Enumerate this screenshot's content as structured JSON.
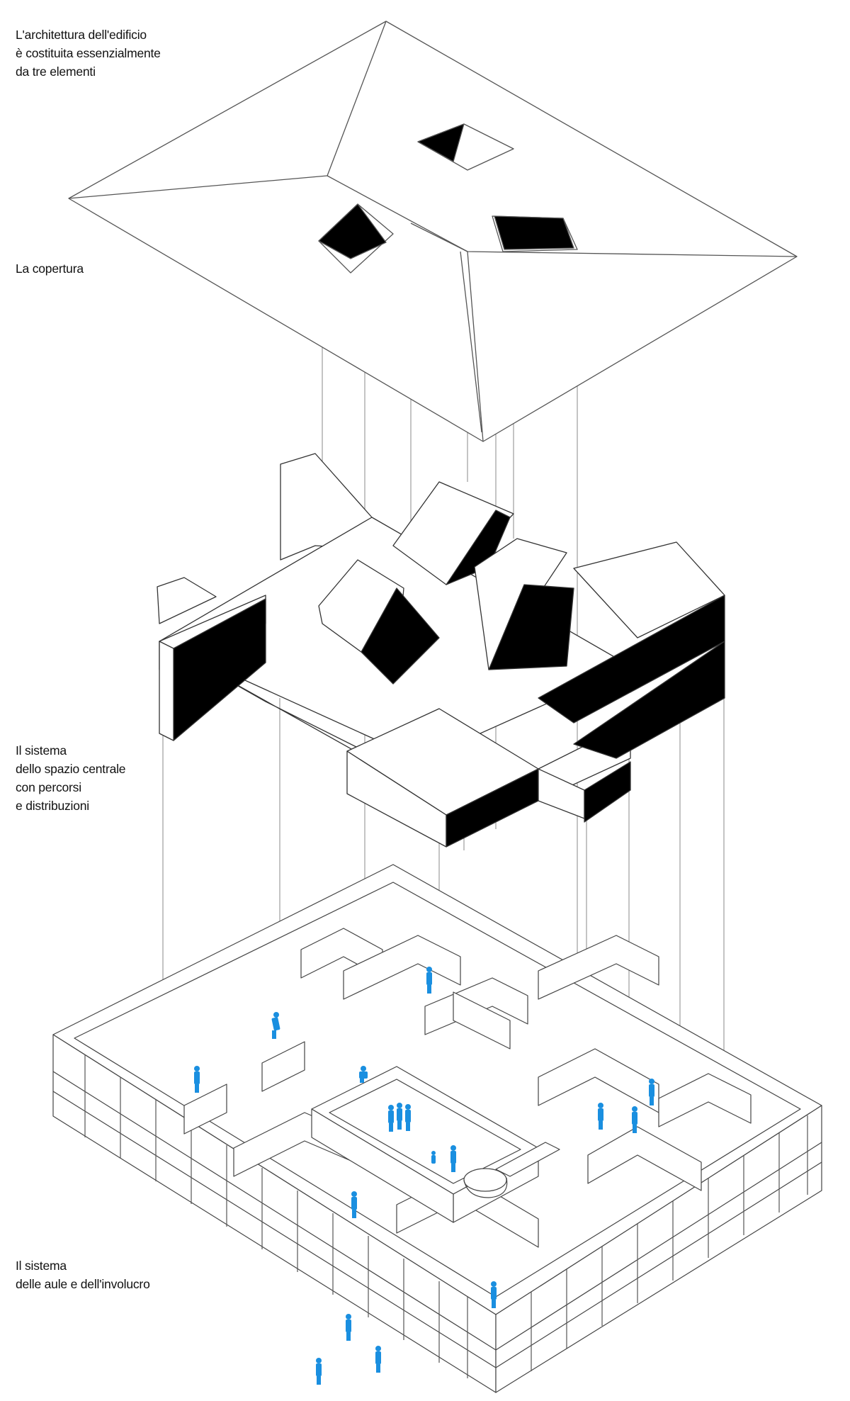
{
  "captions": {
    "intro": {
      "line1": "L'architettura dell'edificio",
      "line2": "è costituita essenzialmente",
      "line3": "da tre elementi"
    },
    "roof": {
      "line1": "La copertura"
    },
    "central": {
      "line1": "Il sistema",
      "line2": "dello spazio centrale",
      "line3": "con percorsi",
      "line4": "e distribuzioni"
    },
    "classrooms": {
      "line1": "Il sistema",
      "line2": "delle aule e dell'involucro"
    }
  },
  "colors": {
    "line": "#6e6e6e",
    "fill": "#ffffff",
    "shade": "#000000",
    "people": "#1a8fe0",
    "text": "#111111"
  }
}
